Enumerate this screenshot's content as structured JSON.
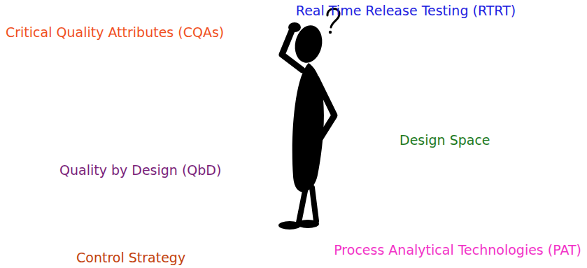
{
  "diagram": {
    "labels": [
      "Real Time Release Testing (RTRT)",
      "Critical Quality Attributes (CQAs)",
      "Design Space",
      "Quality by Design (QbD)",
      "Process Analytical Technologies (PAT)",
      "Control Strategy"
    ]
  }
}
